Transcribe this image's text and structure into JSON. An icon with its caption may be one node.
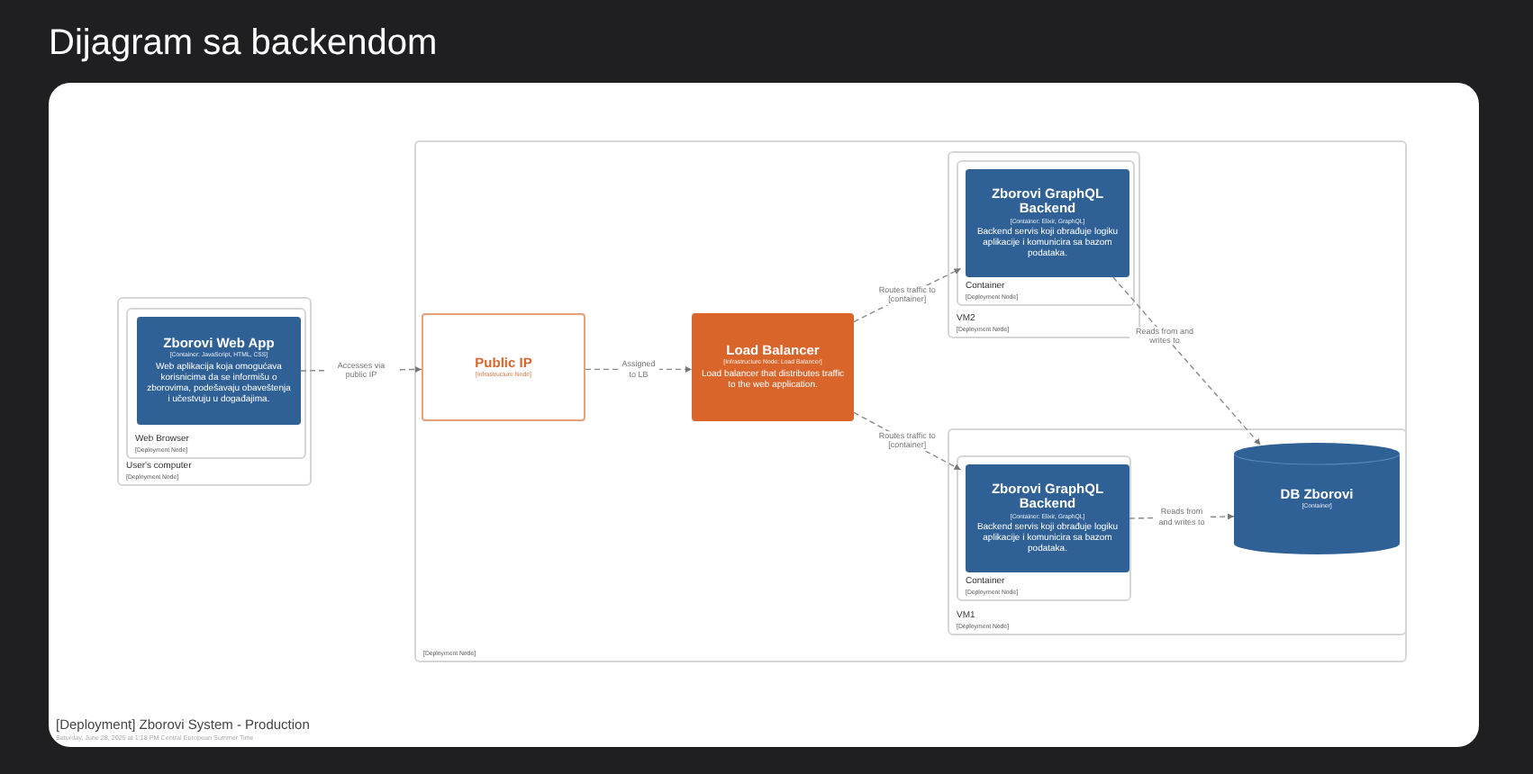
{
  "diagram": {
    "title": "Dijagram sa backendom",
    "nodes": [
      {
        "text": [
          "User's computer",
          "[Deployment Node]"
        ]
      },
      {
        "text": [
          "Web Browser",
          "[Deployment Node]"
        ],
        "in": 0
      },
      {
        "text": [
          "Zborovi Web App",
          "[Container: JavaScript, HTML, CSS]",
          "Web aplikacija koja omogućava korisnicima da se informišu o zborovima, podešavaju obaveštenja i učestvuju u događajima."
        ],
        "in": 1
      },
      {
        "text": [
          "[Deployment Node]"
        ]
      },
      {
        "text": [
          "Public IP",
          "[Infrastructure Node]"
        ],
        "in": 3
      },
      {
        "text": [
          "Load Balancer",
          "[Infrastructure Node: Load Balancer]",
          "Load balancer that distributes traffic to the web application."
        ],
        "in": 3
      },
      {
        "text": [
          "VM2",
          "[Deployment Node]"
        ],
        "in": 3
      },
      {
        "text": [
          "Container",
          "[Deployment Node]"
        ],
        "in": 6
      },
      {
        "text": [
          "Zborovi GraphQL Backend",
          "[Container: Elixir, GraphQL]",
          "Backend servis koji obrađuje logiku aplikacije i komunicira sa bazom podataka."
        ],
        "in": 7
      },
      {
        "text": [
          "VM1",
          "[Deployment Node]"
        ],
        "in": 3
      },
      {
        "text": [
          "Container",
          "[Deployment Node]"
        ],
        "in": 9
      },
      {
        "text": [
          "Zborovi GraphQL Backend",
          "[Container: Elixir, GraphQL]",
          "Backend servis koji obrađuje logiku aplikacije i komunicira sa bazom podataka."
        ],
        "in": 10
      },
      {
        "text": [
          "DB Zborovi",
          "[Container]"
        ],
        "in": 9
      }
    ],
    "edges": [
      {
        "from": 2,
        "to": 4,
        "arrow": "to",
        "label": "Accesses via public IP"
      },
      {
        "from": 4,
        "to": 5,
        "arrow": "to",
        "label": "Assigned to LB"
      },
      {
        "from": 5,
        "to": 8,
        "arrow": "to",
        "label": "Routes traffic to [container]"
      },
      {
        "from": 5,
        "to": 11,
        "arrow": "to",
        "label": "Routes traffic to [container]"
      },
      {
        "from": 8,
        "to": 12,
        "arrow": "to",
        "label": "Reads from and writes to"
      },
      {
        "from": 11,
        "to": 12,
        "arrow": "to",
        "label": "Reads from and writes to"
      }
    ],
    "labels": [
      "[Deployment] Zborovi System - Production",
      "Saturday, June 28, 2025 at 1:18 PM Central European Summer Time"
    ]
  }
}
